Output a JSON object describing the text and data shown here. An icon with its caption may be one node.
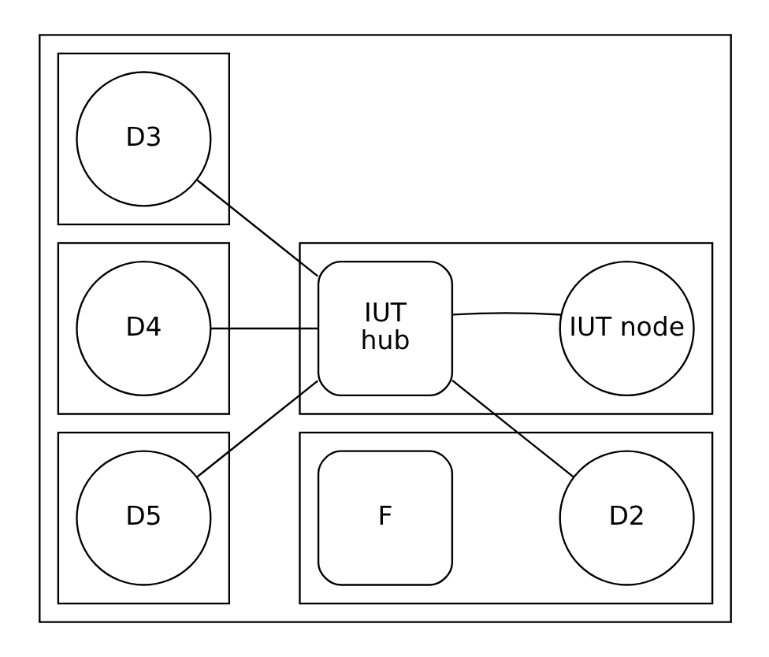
{
  "diagram": {
    "nodes": [
      {
        "text": [],
        "shape": "box"
      },
      {
        "text": [],
        "shape": "box",
        "in": 0
      },
      {
        "text": [
          "D5"
        ],
        "in": 1
      },
      {
        "text": [],
        "shape": "box",
        "in": 0
      },
      {
        "text": [
          "IUT hub"
        ],
        "in": 3
      },
      {
        "text": [
          "IUT node"
        ],
        "in": 3
      },
      {
        "text": [],
        "shape": "box",
        "in": 0
      },
      {
        "text": [
          "D4"
        ],
        "in": 6
      },
      {
        "text": [],
        "shape": "box",
        "in": 0
      },
      {
        "text": [
          "D3"
        ],
        "in": 8
      },
      {
        "text": [],
        "shape": "box",
        "in": 0
      },
      {
        "text": [
          "F"
        ],
        "in": 10
      },
      {
        "text": [
          "D2"
        ],
        "in": 10
      }
    ],
    "edges": [
      {
        "from": 4,
        "to": 2,
        "arrow": "none"
      },
      {
        "from": 4,
        "to": 7,
        "arrow": "none"
      },
      {
        "from": 4,
        "to": 9,
        "arrow": "none"
      },
      {
        "from": 4,
        "to": 5,
        "arrow": "none"
      },
      {
        "from": 4,
        "to": 12,
        "arrow": "none"
      }
    ]
  }
}
